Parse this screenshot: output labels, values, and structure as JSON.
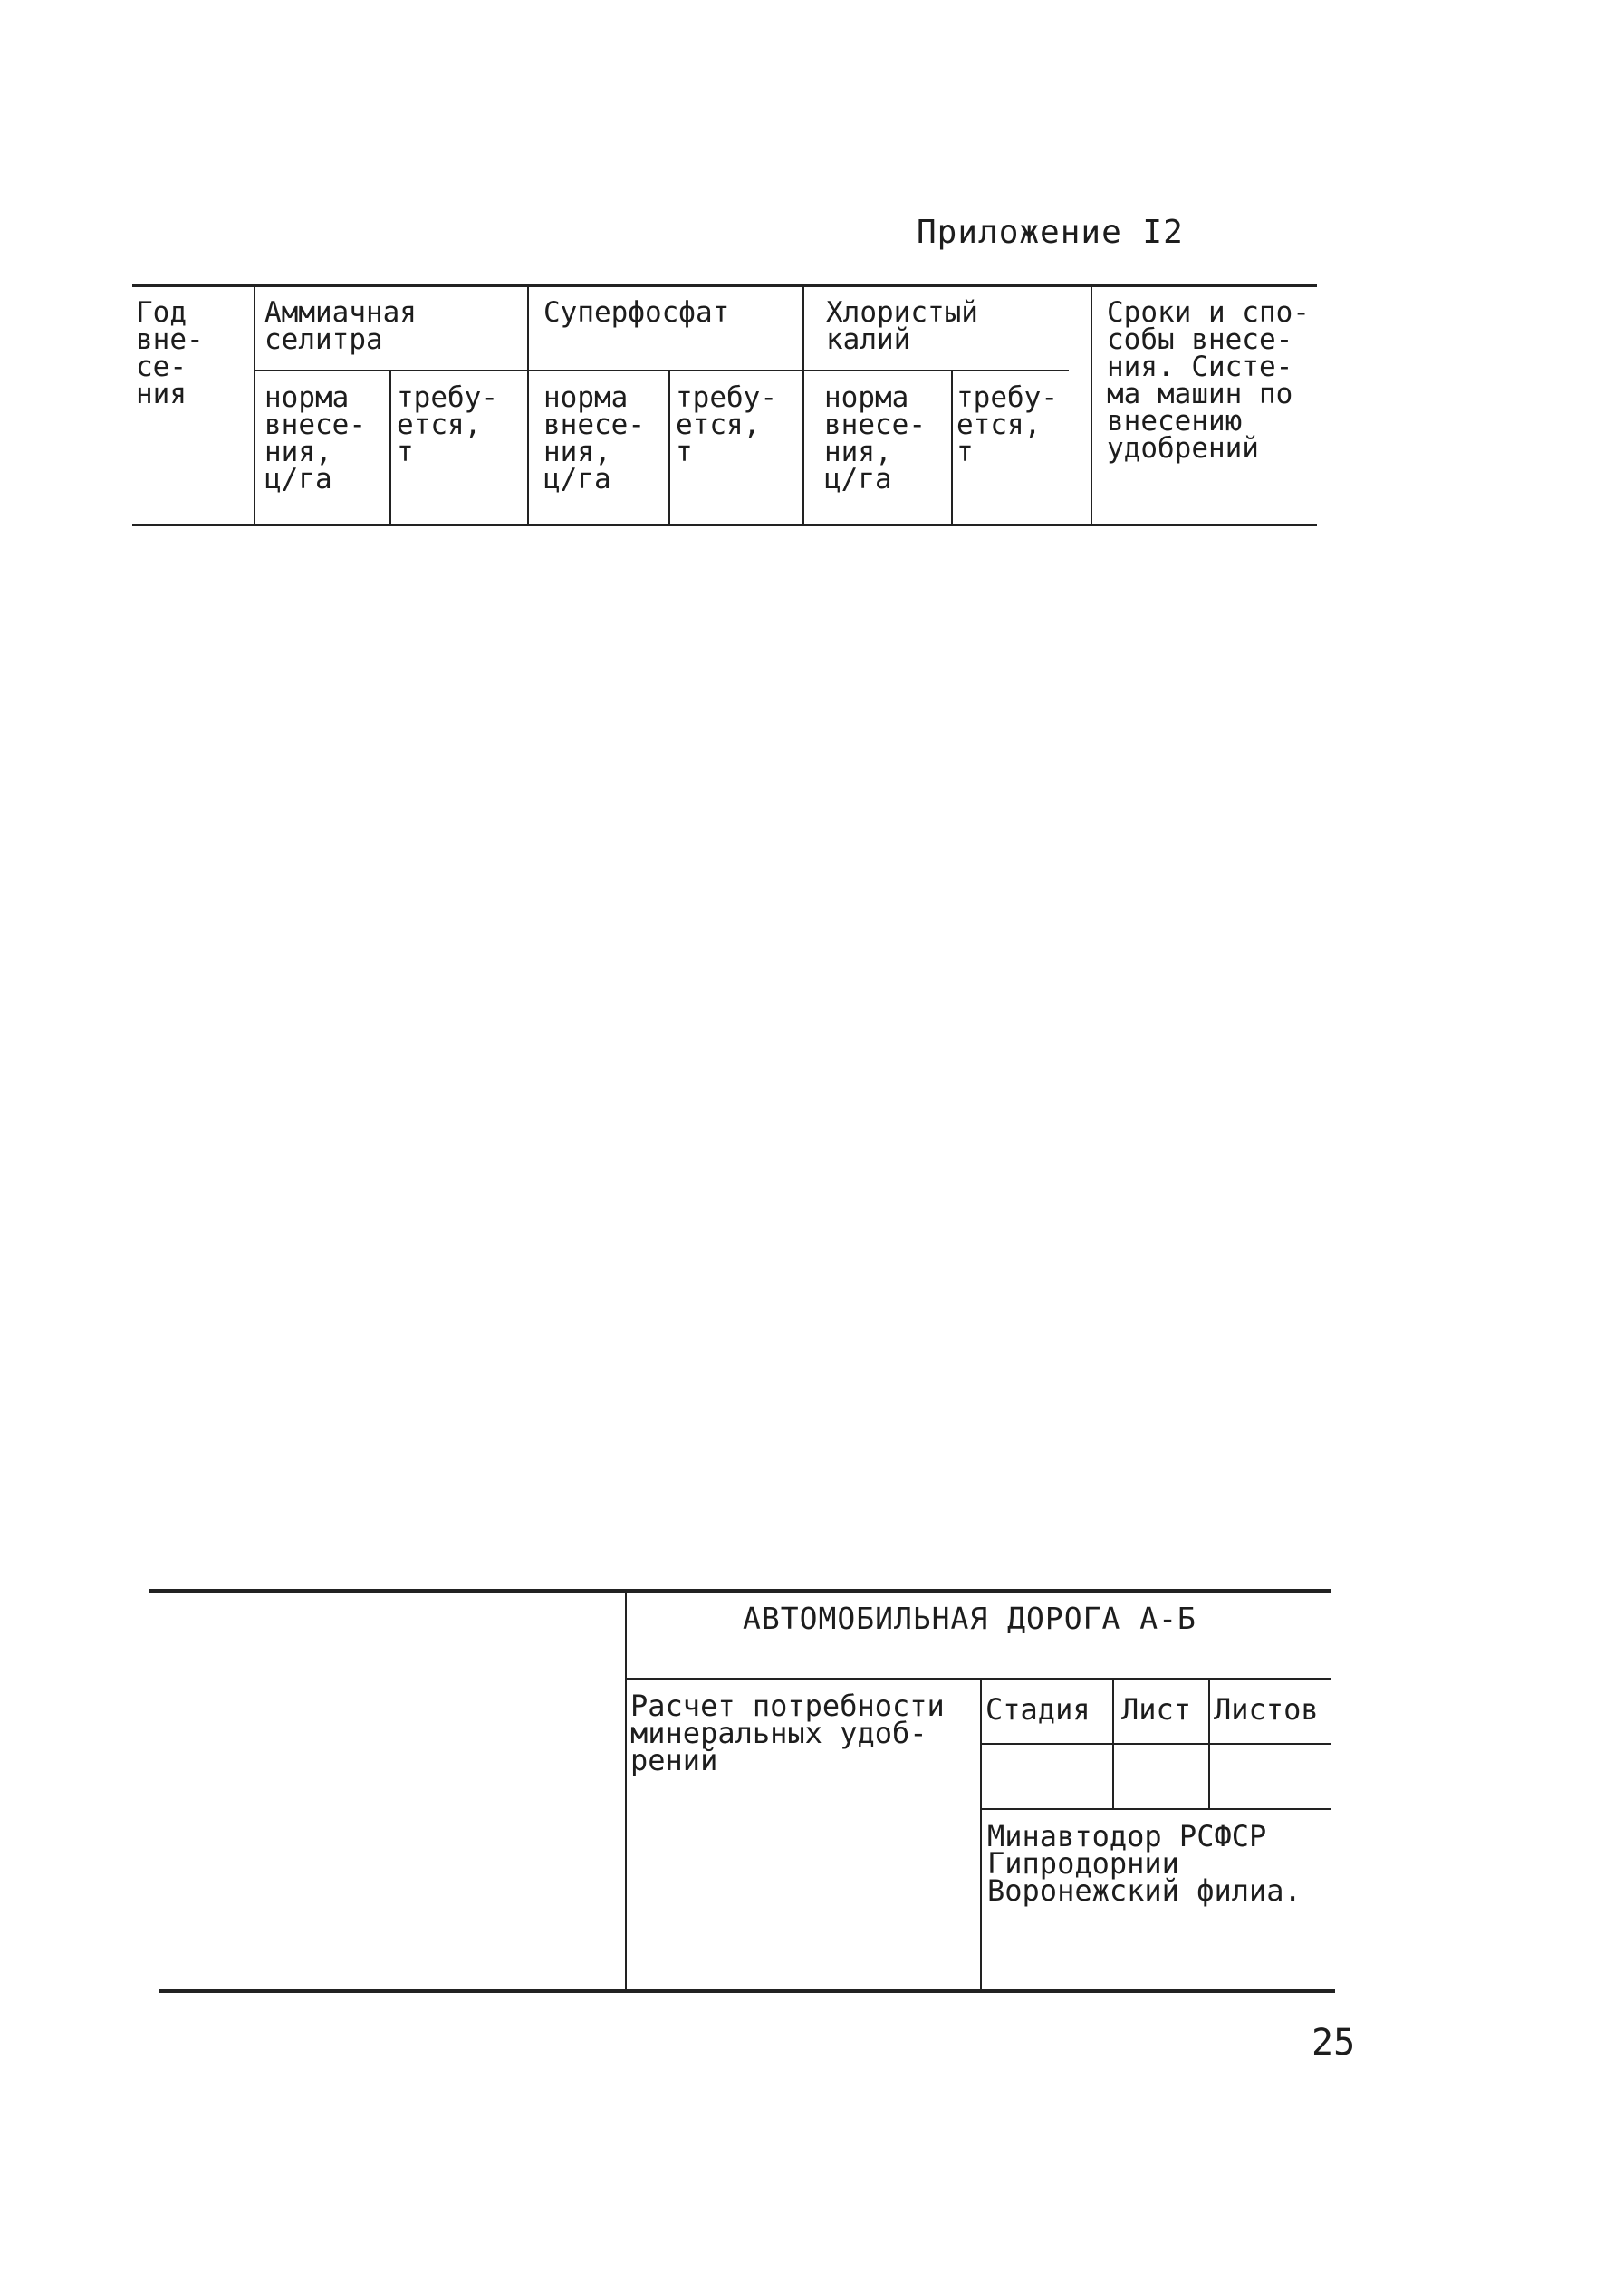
{
  "appendix_label": "Приложение I2",
  "table": {
    "year_header": "Год\nвне-\nсе-\nния",
    "groups": [
      {
        "name": "Аммиачная\nселитра",
        "norm": "норма\nвнесе-\nния,\nц/га",
        "need": "требу-\nется,\nт"
      },
      {
        "name": "Суперфосфат",
        "norm": "норма\nвнесе-\nния,\nц/га",
        "need": "требу-\nется,\nт"
      },
      {
        "name": "Хлористый\nкалий",
        "norm": "норма\nвнесе-\nния,\nц/га",
        "need": "требу-\nется,\nт"
      }
    ],
    "methods_header": "Сроки и спо-\nсобы внесе-\nния. Систе-\nма машин по\nвнесению\nудобрений"
  },
  "stamp": {
    "road_title": "АВТОМОБИЛЬНАЯ ДОРОГА А-Б",
    "doc_title": "Расчет потребности\nминеральных удоб-\nрений",
    "stage_label": "Стадия",
    "sheet_label": "Лист",
    "sheets_label": "Листов",
    "organization": "Минавтодор РСФСР\nГипродорнии\nВоронежский филиа."
  },
  "page_number": "25"
}
